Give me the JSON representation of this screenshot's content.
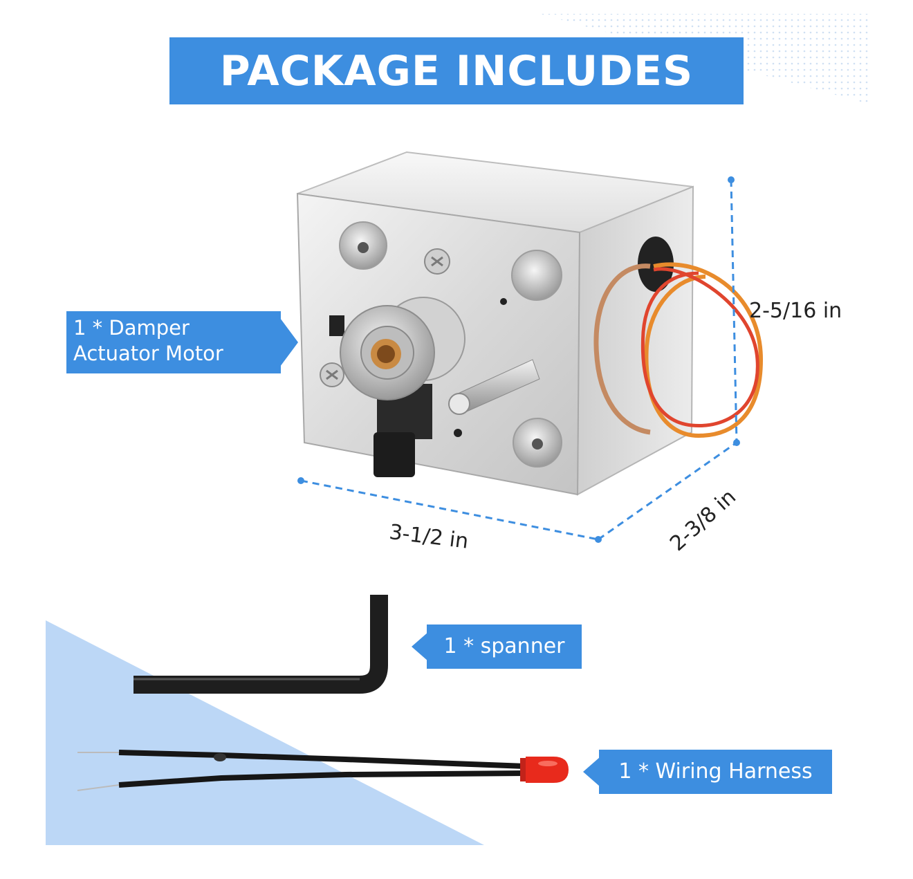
{
  "header": {
    "title": "PACKAGE INCLUDES"
  },
  "items": {
    "motor": "1 * Damper Actuator Motor",
    "spanner": "1 * spanner",
    "harness": "1 * Wiring Harness"
  },
  "dimensions": {
    "height": "2-5/16 in",
    "width": "3-1/2 in",
    "depth": "2-3/8 in"
  },
  "colors": {
    "accent": "#3d8ee0",
    "light_blue": "#bcd7f6",
    "wire_orange": "#e88b2c",
    "wire_red": "#e0452e",
    "led_red": "#e82a1c"
  }
}
